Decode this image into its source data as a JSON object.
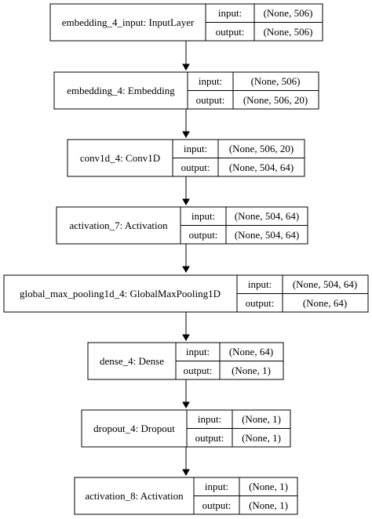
{
  "diagram": {
    "input_label": "input:",
    "output_label": "output:",
    "layers": [
      {
        "name": "embedding_4_input: InputLayer",
        "input": "(None, 506)",
        "output": "(None, 506)"
      },
      {
        "name": "embedding_4: Embedding",
        "input": "(None, 506)",
        "output": "(None, 506, 20)"
      },
      {
        "name": "conv1d_4: Conv1D",
        "input": "(None, 506, 20)",
        "output": "(None, 504, 64)"
      },
      {
        "name": "activation_7: Activation",
        "input": "(None, 504, 64)",
        "output": "(None, 504, 64)"
      },
      {
        "name": "global_max_pooling1d_4: GlobalMaxPooling1D",
        "input": "(None, 504, 64)",
        "output": "(None, 64)"
      },
      {
        "name": "dense_4: Dense",
        "input": "(None, 64)",
        "output": "(None, 1)"
      },
      {
        "name": "dropout_4: Dropout",
        "input": "(None, 1)",
        "output": "(None, 1)"
      },
      {
        "name": "activation_8: Activation",
        "input": "(None, 1)",
        "output": "(None, 1)"
      }
    ]
  }
}
